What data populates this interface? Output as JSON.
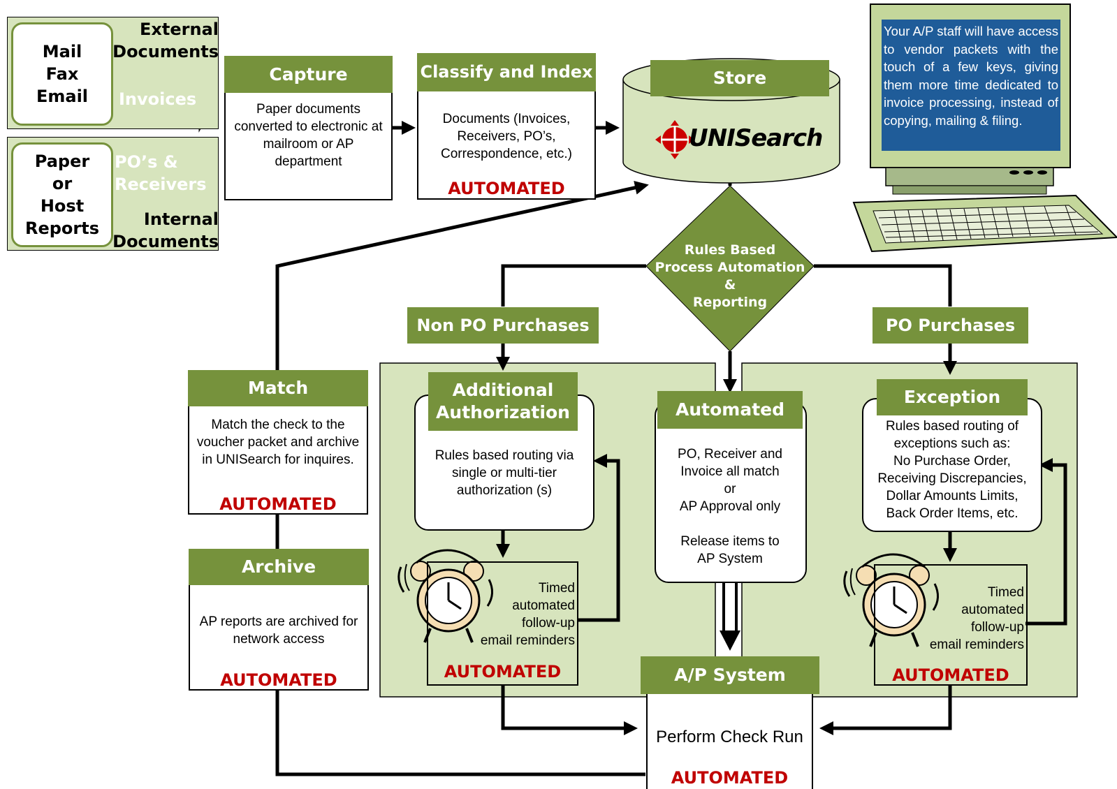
{
  "sources": {
    "external": {
      "channels": [
        "Mail",
        "Fax",
        "Email"
      ],
      "label_line1": "External",
      "label_line2": "Documents",
      "arrow_label": "Invoices"
    },
    "internal": {
      "channels": [
        "Paper",
        "or",
        "Host",
        "Reports"
      ],
      "arrow_line1": "PO’s &",
      "arrow_line2": "Receivers",
      "label_line1": "Internal",
      "label_line2": "Documents"
    }
  },
  "capture": {
    "title": "Capture",
    "body": "Paper documents converted to electronic at mailroom or AP department"
  },
  "classify": {
    "title": "Classify and Index",
    "body": "Documents (Invoices, Receivers, PO’s, Correspondence, etc.)",
    "status": "AUTOMATED"
  },
  "store": {
    "title": "Store",
    "logo_text": "UNISearch"
  },
  "monitor": {
    "text": "Your A/P staff will have access to vendor packets with the touch of a few keys, giving them more time dedicated to invoice processing, instead of copying, mailing & filing."
  },
  "rules": {
    "line1": "Rules Based",
    "line2": "Process Automation",
    "line3": "&",
    "line4": "Reporting"
  },
  "branches": {
    "non_po": "Non PO Purchases",
    "po": "PO Purchases"
  },
  "additional_auth": {
    "title_line1": "Additional",
    "title_line2": "Authorization",
    "body": "Rules based routing via single or multi-tier authorization (s)"
  },
  "automated_branch": {
    "title": "Automated",
    "body_lines": [
      "PO, Receiver and",
      "Invoice all match",
      "or",
      "AP Approval only",
      "",
      "Release items to",
      "AP System"
    ]
  },
  "exception": {
    "title": "Exception",
    "body_lines": [
      "Rules based routing  of",
      "exceptions such as:",
      "No Purchase Order,",
      "Receiving Discrepancies,",
      "Dollar Amounts Limits,",
      "Back Order Items, etc."
    ]
  },
  "reminder_left": {
    "lines": [
      "Timed",
      "automated",
      "follow-up",
      "email reminders"
    ],
    "status": "AUTOMATED"
  },
  "reminder_right": {
    "lines": [
      "Timed",
      "automated",
      "follow-up",
      "email reminders"
    ],
    "status": "AUTOMATED"
  },
  "match": {
    "title": "Match",
    "body": "Match the check to the voucher packet and archive in UNISearch for inquires.",
    "status": "AUTOMATED"
  },
  "archive": {
    "title": "Archive",
    "body": "AP reports are archived for network access",
    "status": "AUTOMATED"
  },
  "ap_system": {
    "title": "A/P System",
    "body": "Perform Check Run",
    "status": "AUTOMATED"
  },
  "colors": {
    "green_header": "#76923c",
    "green_panel": "#d7e4bd",
    "automated_red": "#c00000",
    "monitor_blue": "#1f5c99"
  }
}
